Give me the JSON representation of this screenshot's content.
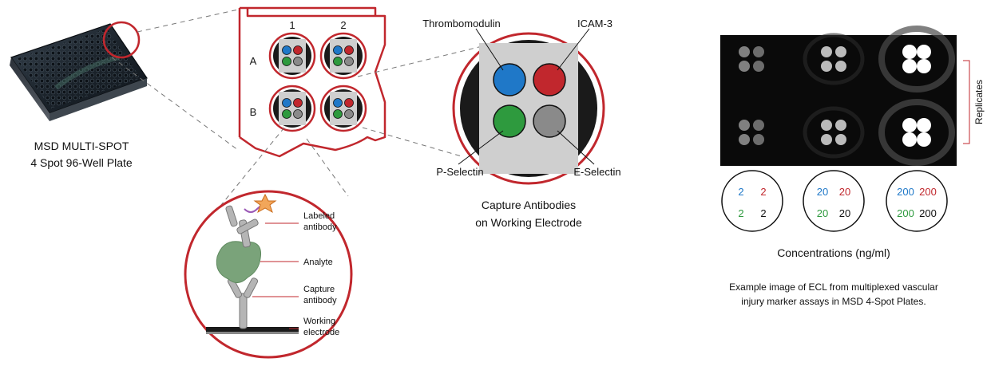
{
  "colors": {
    "red": "#c1272d",
    "blue": "#1f78c8",
    "green": "#2e9a3e",
    "gray": "#8a8a8a",
    "dark": "#1a1a1a",
    "analyte": "#7aa37a",
    "antibody": "#a8a8a8"
  },
  "plate": {
    "caption_line1": "MSD MULTI-SPOT",
    "caption_line2": "4 Spot 96-Well Plate"
  },
  "wells": {
    "columns": [
      "1",
      "2"
    ],
    "rows": [
      "A",
      "B"
    ]
  },
  "spot_detail": {
    "labels": {
      "top_left": "Thrombomodulin",
      "top_right": "ICAM-3",
      "bottom_left": "P-Selectin",
      "bottom_right": "E-Selectin"
    },
    "caption_line1": "Capture Antibodies",
    "caption_line2": "on Working Electrode"
  },
  "sandwich": {
    "labels": [
      "Labeled antibody",
      "Analyte",
      "Capture antibody",
      "Working electrode"
    ],
    "label_lines": [
      [
        "Labeled",
        "antibody"
      ],
      [
        "Analyte"
      ],
      [
        "Capture",
        "antibody"
      ],
      [
        "Working",
        "electrode"
      ]
    ]
  },
  "ecl": {
    "replicates_label": "Replicates",
    "concentration_groups": [
      {
        "top_left": "2",
        "top_right": "2",
        "bottom_left": "2",
        "bottom_right": "2"
      },
      {
        "top_left": "20",
        "top_right": "20",
        "bottom_left": "20",
        "bottom_right": "20"
      },
      {
        "top_left": "200",
        "top_right": "200",
        "bottom_left": "200",
        "bottom_right": "200"
      }
    ],
    "concentrations_label": "Concentrations (ng/ml)",
    "caption_line1": "Example image of ECL from multiplexed vascular",
    "caption_line2": "injury marker assays in MSD 4-Spot Plates."
  }
}
